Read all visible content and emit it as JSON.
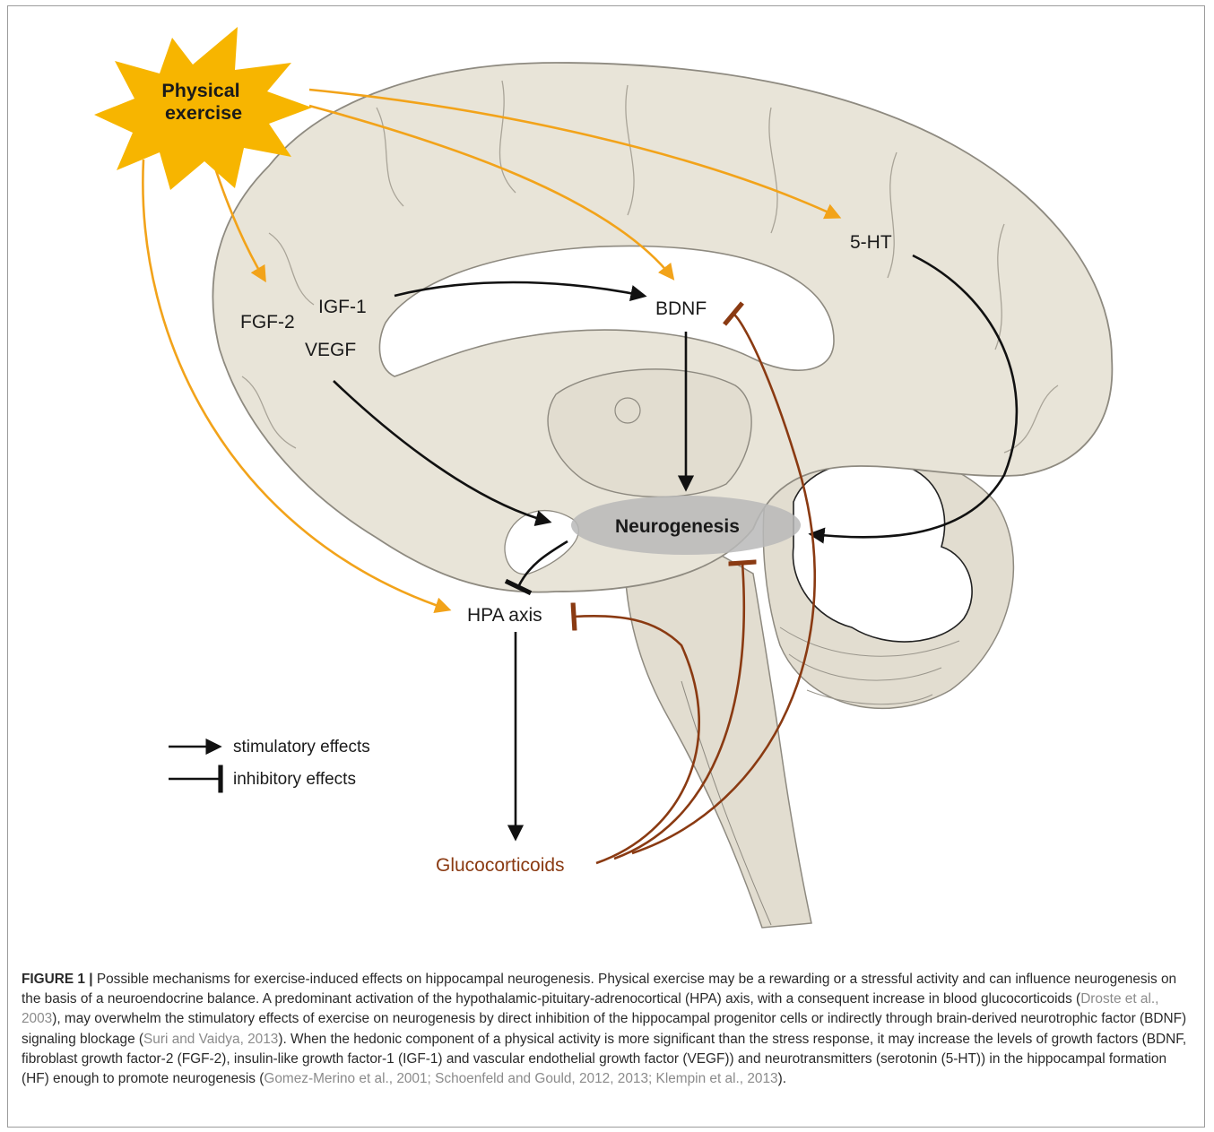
{
  "diagram": {
    "source_label": "Physical\nexercise",
    "nodes": {
      "five_ht": "5-HT",
      "fgf2": "FGF-2",
      "igf1": "IGF-1",
      "vegf": "VEGF",
      "bdnf": "BDNF",
      "neurogenesis": "Neurogenesis",
      "hpa": "HPA axis",
      "glucocorticoids": "Glucocorticoids"
    },
    "legend": {
      "stimulatory": "stimulatory effects",
      "inhibitory": "inhibitory effects"
    },
    "colors": {
      "exercise_arrows": "#f2a31a",
      "stimulatory": "#111111",
      "glucocorticoid_inhibition": "#8a3a12",
      "brain_fill": "#e8e4d8",
      "star_fill": "#f7b500",
      "neurogenesis_zone": "#b8b8b8"
    }
  },
  "caption": {
    "figure_id": "FIGURE 1 |",
    "parts": [
      " Possible mechanisms for exercise-induced effects on hippocampal neurogenesis. Physical exercise may be a rewarding or a stressful activity and can influence neurogenesis on the basis of a neuroendocrine balance. A predominant activation of the hypothalamic-pituitary-adrenocortical (HPA) axis, with a consequent increase in blood glucocorticoids (",
      "Droste et al., 2003",
      "), may overwhelm the stimulatory effects of exercise on neurogenesis by direct inhibition of the hippocampal progenitor cells or indirectly through brain-derived neurotrophic factor (BDNF) signaling blockage (",
      "Suri and Vaidya, 2013",
      "). When the hedonic component of a physical activity is more significant than the stress response, it may increase the levels of growth factors (BDNF, fibroblast growth factor-2 (FGF-2), insulin-like growth factor-1 (IGF-1) and vascular endothelial growth factor (VEGF)) and neurotransmitters (serotonin (5-HT)) in the hippocampal formation (HF) enough to promote neurogenesis (",
      "Gomez-Merino et al., 2001; Schoenfeld and Gould, 2012, 2013; Klempin et al., 2013",
      ")."
    ]
  }
}
